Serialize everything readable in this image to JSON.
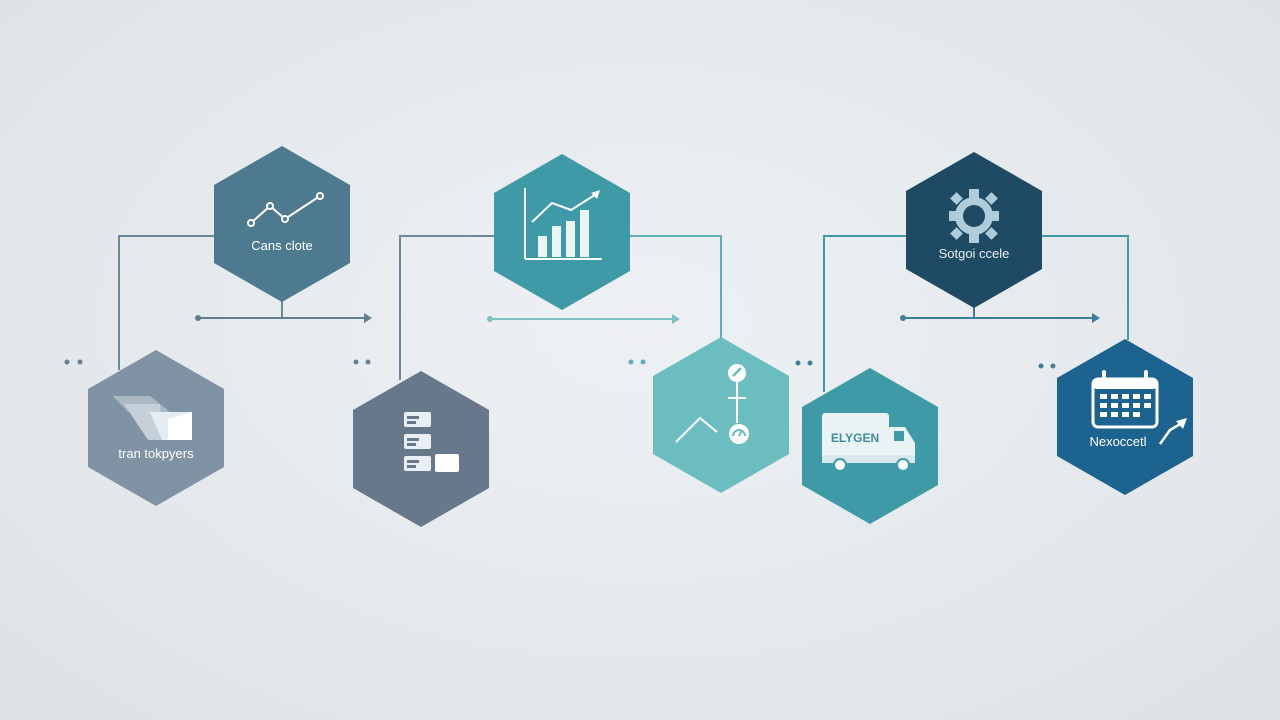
{
  "colors": {
    "background": "#e3e7ea",
    "slate_blue": "#4d7a8f",
    "teal": "#3d9aa6",
    "light_teal": "#6bbdc0",
    "navy": "#1e4a64",
    "gray_blue": "#7f93a5",
    "slate_gray": "#66788a",
    "deep_blue": "#1c6390",
    "connector_gray": "#6a8a99",
    "connector_teal": "#5eaeb3"
  },
  "nodes": [
    {
      "id": "top-1",
      "label": "Cans clote",
      "icon": "line-trend-icon"
    },
    {
      "id": "top-2",
      "label": "",
      "icon": "bar-chart-icon"
    },
    {
      "id": "top-3",
      "label": "Sotgoi ccele",
      "icon": "gear-icon"
    },
    {
      "id": "bottom-1",
      "label": "tran tokpyers",
      "icon": "folder-icon"
    },
    {
      "id": "bottom-2",
      "label": "",
      "icon": "stacked-list-icon"
    },
    {
      "id": "bottom-3",
      "label": "",
      "icon": "gauge-icon"
    },
    {
      "id": "bottom-4",
      "label": "ELYGEN",
      "icon": "delivery-truck-icon"
    },
    {
      "id": "bottom-5",
      "label": "Nexoccetl",
      "icon": "calendar-arrow-icon"
    }
  ]
}
